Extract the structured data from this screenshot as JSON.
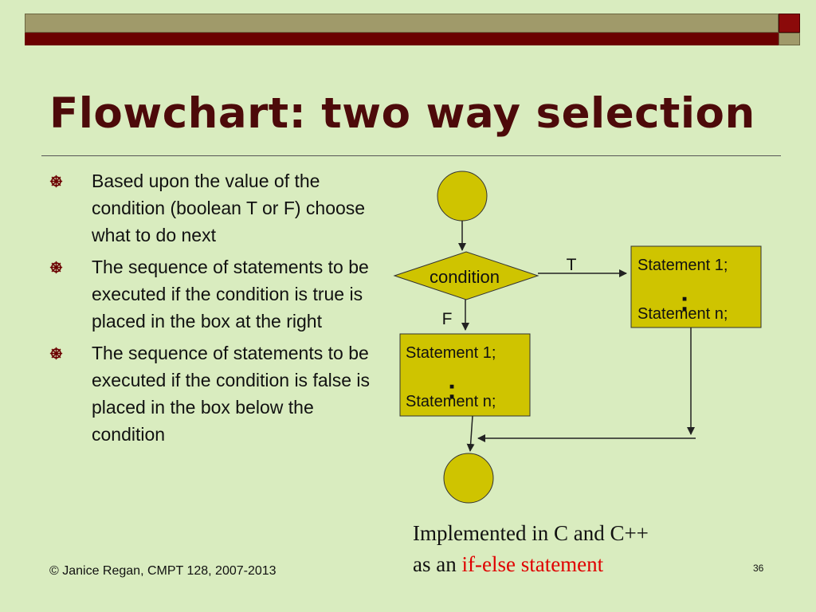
{
  "slide": {
    "title": "Flowchart: two way selection",
    "bullets": [
      "Based upon the value of the condition (boolean T or F) choose what to do next",
      "The sequence of statements to be executed if the condition is true  is placed in the box at the right",
      "The sequence of statements to be executed if the condition is false is placed in the box below the condition"
    ],
    "footer": "© Janice Regan, CMPT 128, 2007-2013",
    "page_number": "36"
  },
  "flowchart": {
    "decision_label": "condition",
    "true_label": "T",
    "false_label": "F",
    "true_box": {
      "line1": "Statement 1;",
      "dots": ":",
      "line2": "Statement n;"
    },
    "false_box": {
      "line1": "Statement 1;",
      "dots": ":",
      "line2": "Statement n;"
    }
  },
  "implemented": {
    "line1": "Implemented in  C and C++",
    "prefix": "as an ",
    "highlight": "if-else statement"
  },
  "colors": {
    "background": "#d9ecbf",
    "title": "#4d0a0a",
    "shape_fill": "#cfc400",
    "highlight": "#e00000"
  }
}
